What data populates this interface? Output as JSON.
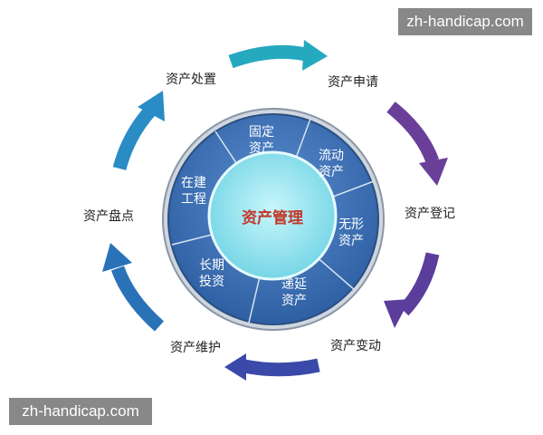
{
  "center": {
    "label": "资产管理",
    "color": "#c0392b"
  },
  "ring_segments": [
    {
      "line1": "固定",
      "line2": "资产"
    },
    {
      "line1": "流动",
      "line2": "资产"
    },
    {
      "line1": "无形",
      "line2": "资产"
    },
    {
      "line1": "递延",
      "line2": "资产"
    },
    {
      "line1": "长期",
      "line2": "投资"
    },
    {
      "line1": "在建",
      "line2": "工程"
    }
  ],
  "cycle_stages": [
    {
      "label": "资产申请"
    },
    {
      "label": "资产登记"
    },
    {
      "label": "资产变动"
    },
    {
      "label": "资产维护"
    },
    {
      "label": "资产盘点"
    },
    {
      "label": "资产处置"
    }
  ],
  "colors": {
    "ring_fill": "#3f74b5",
    "ring_border": "#2a4f80",
    "center_fill": "#7fe0ee",
    "arrow_teal": "#25a9bf",
    "arrow_purple": "#6a3f9a",
    "arrow_indigo": "#3b4aa8",
    "arrow_blue": "#2a72b8"
  },
  "watermark": {
    "text": "zh-handicap.com"
  }
}
